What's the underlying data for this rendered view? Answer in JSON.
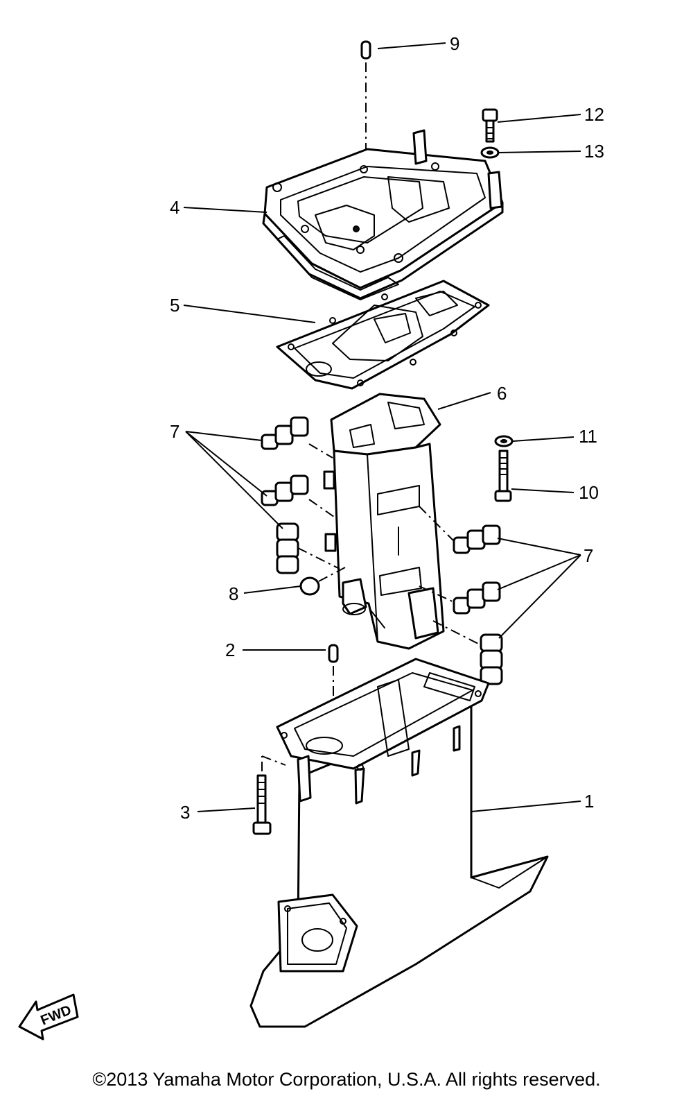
{
  "callouts": [
    {
      "id": "c1",
      "label": "1"
    },
    {
      "id": "c2",
      "label": "2"
    },
    {
      "id": "c3",
      "label": "3"
    },
    {
      "id": "c4",
      "label": "4"
    },
    {
      "id": "c5",
      "label": "5"
    },
    {
      "id": "c6",
      "label": "6"
    },
    {
      "id": "c7a",
      "label": "7"
    },
    {
      "id": "c7b",
      "label": "7"
    },
    {
      "id": "c8",
      "label": "8"
    },
    {
      "id": "c9",
      "label": "9"
    },
    {
      "id": "c10",
      "label": "10"
    },
    {
      "id": "c11",
      "label": "11"
    },
    {
      "id": "c12",
      "label": "12"
    },
    {
      "id": "c13",
      "label": "13"
    }
  ],
  "direction_marker": {
    "label": "FWD"
  },
  "copyright": "©2013 Yamaha Motor Corporation, U.S.A. All rights reserved."
}
